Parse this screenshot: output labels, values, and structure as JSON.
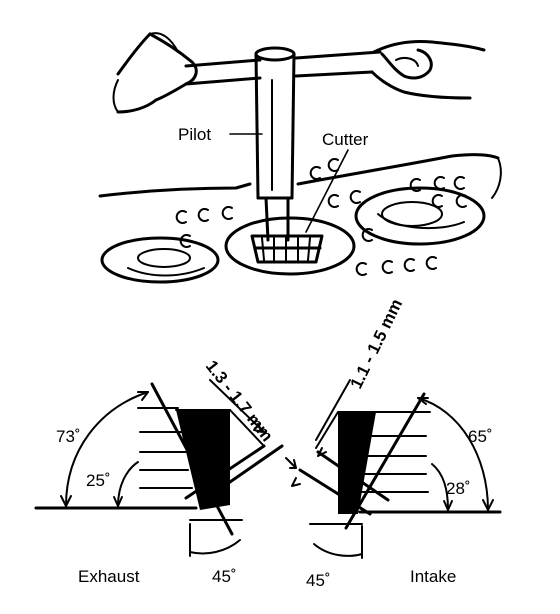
{
  "illustration": {
    "pilot_label": "Pilot",
    "cutter_label": "Cutter"
  },
  "exhaust": {
    "label": "Exhaust",
    "angle_outer": "73˚",
    "angle_inner": "25˚",
    "angle_bottom": "45˚",
    "width": "1.3 - 1.7 mm"
  },
  "intake": {
    "label": "Intake",
    "angle_outer": "65˚",
    "angle_inner": "28˚",
    "angle_bottom": "45˚",
    "width": "1.1 - 1.5 mm"
  }
}
